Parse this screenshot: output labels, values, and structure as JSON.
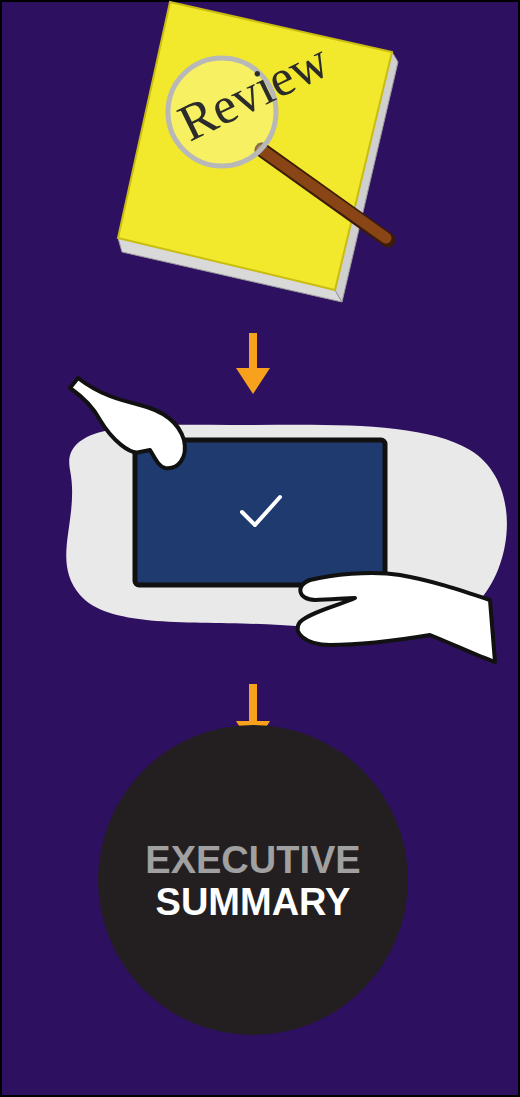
{
  "diagram": {
    "nodes": [
      {
        "text": [
          "Review"
        ]
      },
      {
        "text": [
          "EXECUTIVE",
          "SUMMARY"
        ]
      }
    ]
  }
}
